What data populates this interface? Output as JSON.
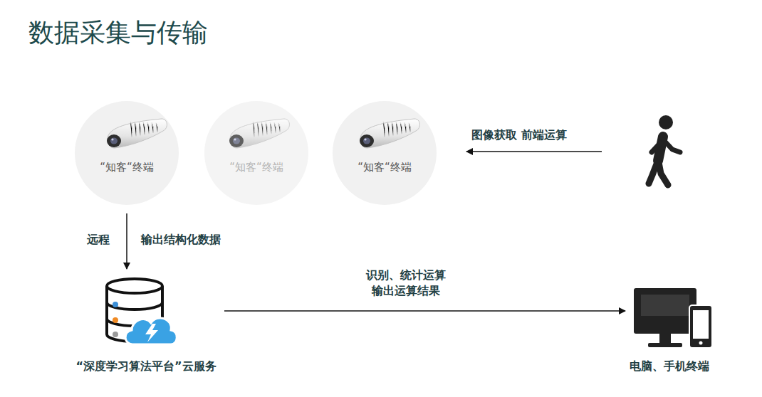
{
  "diagram": {
    "title": "数据采集与传输",
    "nodes": [
      {
        "text": [
          "“知客“终端"
        ]
      },
      {
        "text": [
          "“知客“终端"
        ]
      },
      {
        "text": [
          "“知客“终端"
        ]
      },
      {
        "text": [
          "“深度学习算法平台”云服务"
        ]
      },
      {
        "text": [
          "电脑、手机终端"
        ]
      }
    ],
    "edges": [
      {
        "from": 0,
        "to": 3,
        "arrow": "to",
        "label": "输出结构化数据"
      },
      {
        "from": 3,
        "to": 4,
        "arrow": "to",
        "label": "识别、统计运算 输出运算结果"
      }
    ],
    "labels": [
      "远程",
      "图像获取 前端运算"
    ]
  }
}
